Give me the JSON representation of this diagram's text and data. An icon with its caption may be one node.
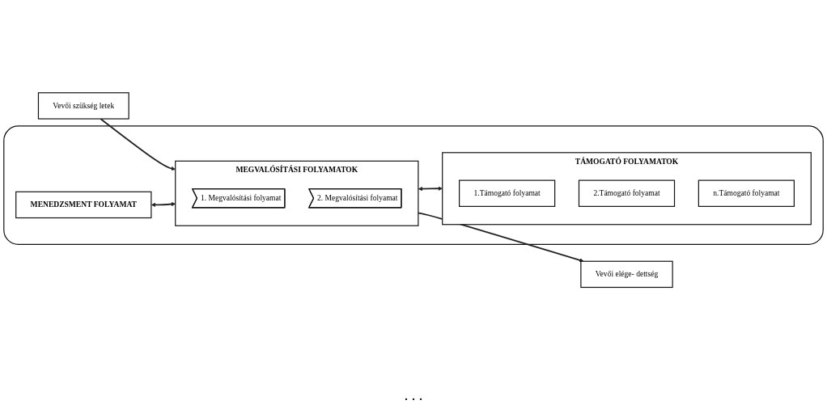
{
  "diagram": {
    "nodes": [
      {
        "text": [],
        "shape": "box"
      },
      {
        "text": [
          "Vevői szükség letek"
        ]
      },
      {
        "text": [
          "Vevői elége- dettség"
        ]
      },
      {
        "text": [
          "MENEDZSMENT FOLYAMAT"
        ],
        "in": 0
      },
      {
        "text": [
          "MEGVALÓSÍTÁSI FOLYAMATOK"
        ],
        "in": 0
      },
      {
        "text": [
          "1. Megvalósítási folyamat"
        ],
        "in": 4
      },
      {
        "text": [
          "2. Megvalósítási folyamat"
        ],
        "in": 4
      },
      {
        "text": [
          "TÁMOGATÓ FOLYAMATOK"
        ],
        "in": 0
      },
      {
        "text": [
          "1.Támogató folyamat"
        ],
        "in": 7
      },
      {
        "text": [
          "2.Támogató folyamat"
        ],
        "in": 7
      },
      {
        "text": [
          "n.Támogató folyamat"
        ],
        "in": 7
      }
    ],
    "edges": [
      {
        "from": 1,
        "to": 4,
        "arrow": "to"
      },
      {
        "from": 4,
        "to": 2,
        "arrow": "to"
      },
      {
        "from": 3,
        "to": 4,
        "arrow": "both"
      },
      {
        "from": 4,
        "to": 7,
        "arrow": "both"
      }
    ],
    "labels": [
      ". . ."
    ]
  }
}
